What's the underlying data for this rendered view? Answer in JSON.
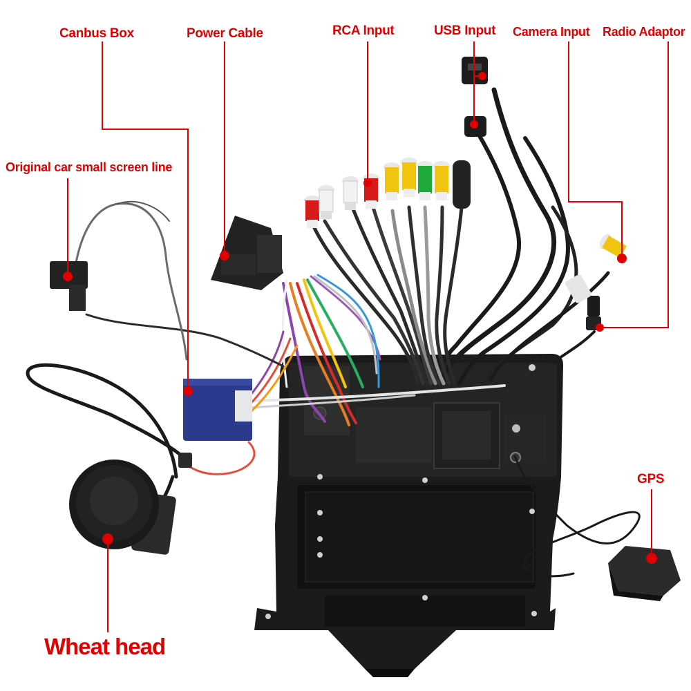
{
  "labels": {
    "canbus_box": "Canbus Box",
    "power_cable": "Power Cable",
    "rca_input": "RCA Input",
    "usb_input": "USB Input",
    "camera_input": "Camera Input",
    "radio_adaptor": "Radio Adaptor",
    "small_screen_line": "Original car small screen line",
    "gps": "GPS",
    "wheat_head": "Wheat head"
  },
  "colors": {
    "callout_red": "#e00000",
    "frame_black": "#1b1b1b",
    "canbus_blue": "#2b3a8c",
    "rca_red": "#d81a1a",
    "rca_yellow": "#f1c40f",
    "rca_green": "#1faa3c",
    "rca_white": "#f2f2f2"
  }
}
